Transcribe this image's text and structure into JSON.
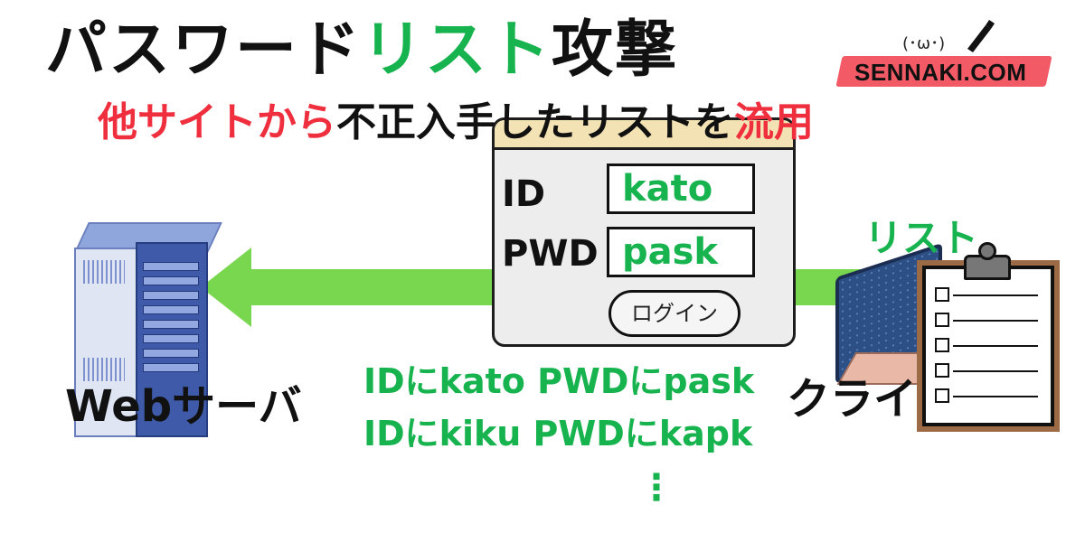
{
  "title": {
    "part1": "パスワード",
    "part2": "リスト",
    "part3": "攻撃"
  },
  "subtitle": {
    "part1": "他サイトから",
    "part2": "不正入手したリストを",
    "part3": "流用"
  },
  "brand": {
    "name": "SENNAKI.COM",
    "mascot": "(･ω･)"
  },
  "login": {
    "id_label": "ID",
    "pwd_label": "PWD",
    "id_value": "kato",
    "pwd_value": "pask",
    "button": "ログイン"
  },
  "labels": {
    "server": "Webサーバ",
    "client": "クライアント",
    "list": "リスト"
  },
  "credentials": [
    "IDにkato PWDにpask",
    "IDにkiku PWDにkapk"
  ],
  "ellipsis": "⋮",
  "colors": {
    "green": "#16b34e",
    "red": "#ef2f3d",
    "arrow": "#78d74f",
    "brand_stripe": "#f25b66"
  }
}
